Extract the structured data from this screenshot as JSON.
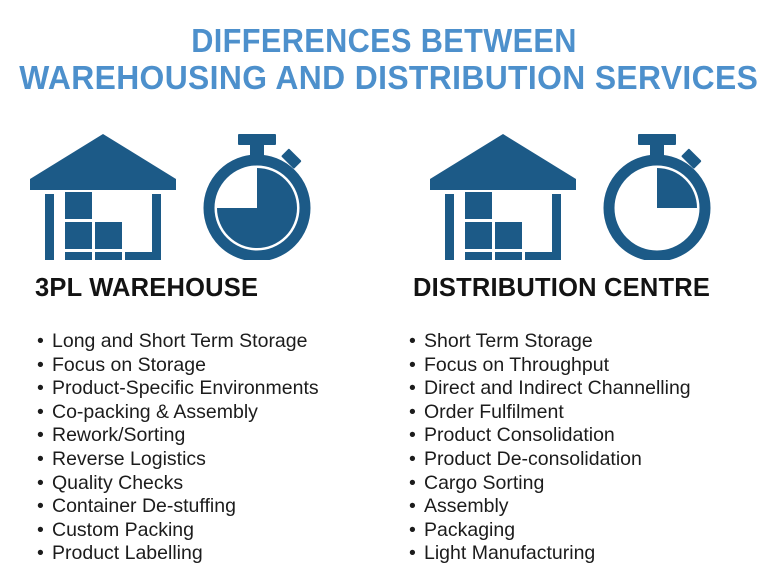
{
  "colors": {
    "title_blue": "#4d90cc",
    "icon_blue": "#1c5a87",
    "text_black": "#1c1c1c",
    "background": "#ffffff"
  },
  "title": {
    "line1": "DIFFERENCES BETWEEN",
    "line2": "WAREHOUSING AND DISTRIBUTION SERVICES"
  },
  "columns": [
    {
      "heading": "3PL WAREHOUSE",
      "icons": {
        "warehouse": "warehouse-icon",
        "timer": "stopwatch-icon"
      },
      "timer_fill_label": "three-quarters",
      "bullets": [
        "Long and Short Term Storage",
        "Focus on Storage",
        "Product-Specific Environments",
        "Co-packing & Assembly",
        "Rework/Sorting",
        "Reverse Logistics",
        "Quality Checks",
        "Container De-stuffing",
        "Custom Packing",
        "Product Labelling"
      ]
    },
    {
      "heading": "DISTRIBUTION CENTRE",
      "icons": {
        "warehouse": "warehouse-icon",
        "timer": "stopwatch-icon"
      },
      "timer_fill_label": "one-quarter",
      "bullets": [
        "Short Term Storage",
        "Focus on Throughput",
        "Direct and Indirect Channelling",
        "Order Fulfilment",
        "Product Consolidation",
        "Product De-consolidation",
        "Cargo Sorting",
        "Assembly",
        "Packaging",
        "Light Manufacturing"
      ]
    }
  ]
}
